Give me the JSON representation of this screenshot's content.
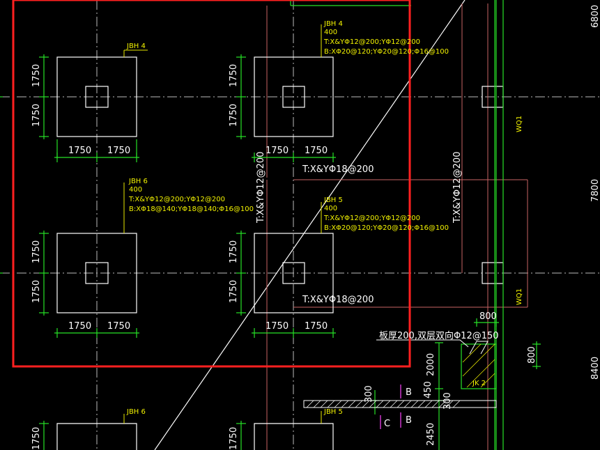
{
  "footing_labels": {
    "jbh4_a": "JBH 4",
    "jbh4_b": "JBH 4",
    "jbh6_a": "JBH 6",
    "jbh5_a": "JBH 5",
    "jbh6_b": "JBH 6",
    "jbh5_b": "JBH 5"
  },
  "footing_specs": {
    "jbh4_thickness": "400",
    "jbh4_top": "T:X&YΦ12@200;YΦ12@200",
    "jbh4_bottom": "B:XΦ20@120;YΦ20@120;Φ16@100",
    "jbh6_thickness": "400",
    "jbh6_top": "T:X&YΦ12@200;YΦ12@200",
    "jbh6_bottom": "B:XΦ18@140;YΦ18@140;Φ16@100",
    "jbh5_thickness": "400",
    "jbh5_top": "T:X&YΦ12@200;YΦ12@200",
    "jbh5_bottom": "B:XΦ20@120;YΦ20@120;Φ16@100"
  },
  "dims": {
    "half": "1750",
    "d800": "800",
    "d2000": "2000",
    "d450": "450",
    "d300": "300",
    "d2450": "2450",
    "right_6800": "6800",
    "right_7800": "7800",
    "right_8400": "8400"
  },
  "rebar_notes": {
    "tie_top": "T:X&YΦ18@200",
    "tie_bottom": "T:X&YΦ18@200",
    "vert_left": "T:X&YΦ12@200",
    "vert_right": "T:X&YΦ12@200",
    "slab_note": "板厚200,双层双向Φ12@150"
  },
  "markers": {
    "wq1_top": "WQ1",
    "wq1_bottom": "WQ1",
    "jk2": "JK 2",
    "b1": "B",
    "b2": "B",
    "c1": "C"
  },
  "colors": {
    "background": "#000000",
    "dimension_green": "#27e227",
    "label_yellow": "#f3f300",
    "selection_red": "#ff2020",
    "wall_red": "#c86464",
    "section_magenta": "#ff44ff"
  }
}
